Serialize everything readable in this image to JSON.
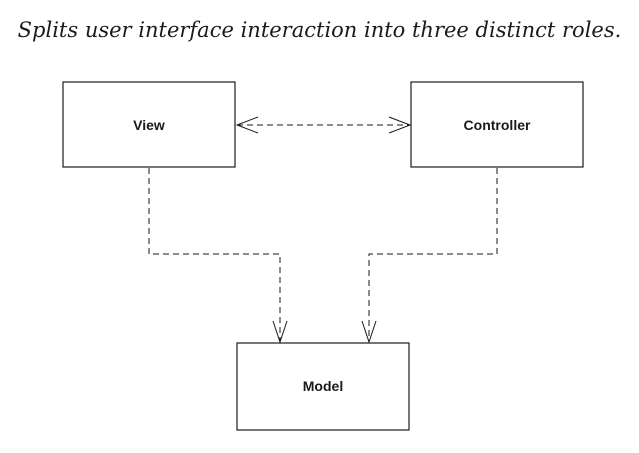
{
  "caption": "Splits user interface interaction into three distinct roles.",
  "nodes": {
    "view": "View",
    "controller": "Controller",
    "model": "Model"
  }
}
